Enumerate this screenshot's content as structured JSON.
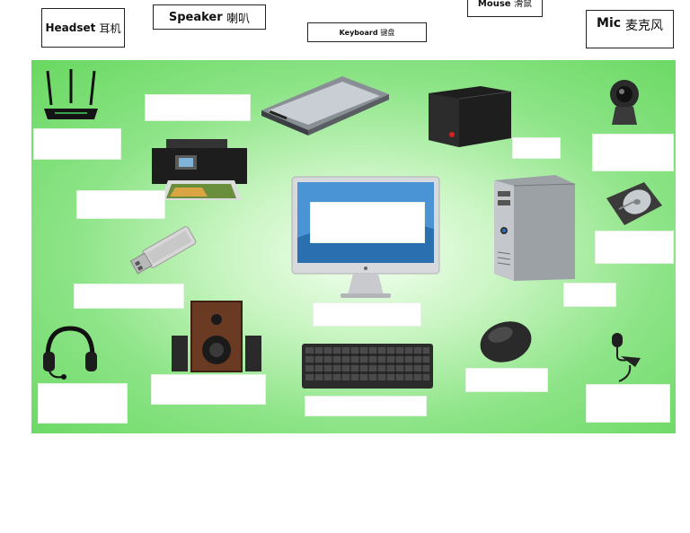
{
  "labels": {
    "headset": {
      "en": "Headset",
      "zh": "耳机"
    },
    "speaker": {
      "en": "Speaker",
      "zh": "喇叭"
    },
    "keyboard": {
      "en": "Keyboard",
      "zh": "键盘"
    },
    "mouse": {
      "en": "Mouse",
      "zh": "滑鼠"
    },
    "mic": {
      "en": "Mic",
      "zh": "麦克风"
    }
  },
  "devices": [
    "router",
    "printer",
    "usb-drive",
    "headset",
    "speaker",
    "scanner",
    "monitor",
    "keyboard",
    "ups",
    "pc-tower",
    "mouse",
    "webcam",
    "hard-drive",
    "microphone"
  ],
  "colors": {
    "board_edge": "#68d861",
    "board_center": "#f4fff1",
    "label_border": "#222222"
  }
}
